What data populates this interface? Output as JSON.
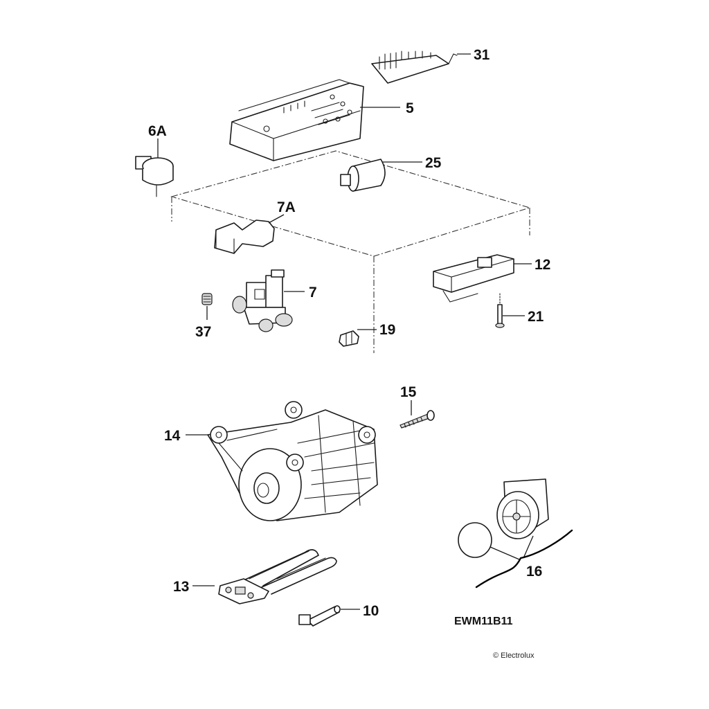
{
  "diagram": {
    "type": "exploded-parts-diagram",
    "model": "EWM11B11",
    "copyright": "© Electrolux",
    "parts": [
      {
        "ref": "31",
        "name": "control-panel-buttons"
      },
      {
        "ref": "5",
        "name": "electronic-control-module"
      },
      {
        "ref": "6A",
        "name": "pressure-switch"
      },
      {
        "ref": "25",
        "name": "suppressor-capacitor"
      },
      {
        "ref": "7A",
        "name": "valve-bracket"
      },
      {
        "ref": "12",
        "name": "door-interlock"
      },
      {
        "ref": "7",
        "name": "inlet-valve"
      },
      {
        "ref": "37",
        "name": "inlet-filter"
      },
      {
        "ref": "21",
        "name": "interlock-screw"
      },
      {
        "ref": "19",
        "name": "connector-clip"
      },
      {
        "ref": "15",
        "name": "motor-screw"
      },
      {
        "ref": "14",
        "name": "motor"
      },
      {
        "ref": "16",
        "name": "drain-pump"
      },
      {
        "ref": "13",
        "name": "heating-element"
      },
      {
        "ref": "10",
        "name": "ntc-sensor"
      }
    ]
  },
  "labels": {
    "l31": "31",
    "l5": "5",
    "l6A": "6A",
    "l25": "25",
    "l7A": "7A",
    "l12": "12",
    "l7": "7",
    "l37": "37",
    "l21": "21",
    "l19": "19",
    "l15": "15",
    "l14": "14",
    "l16": "16",
    "l13": "13",
    "l10": "10"
  }
}
